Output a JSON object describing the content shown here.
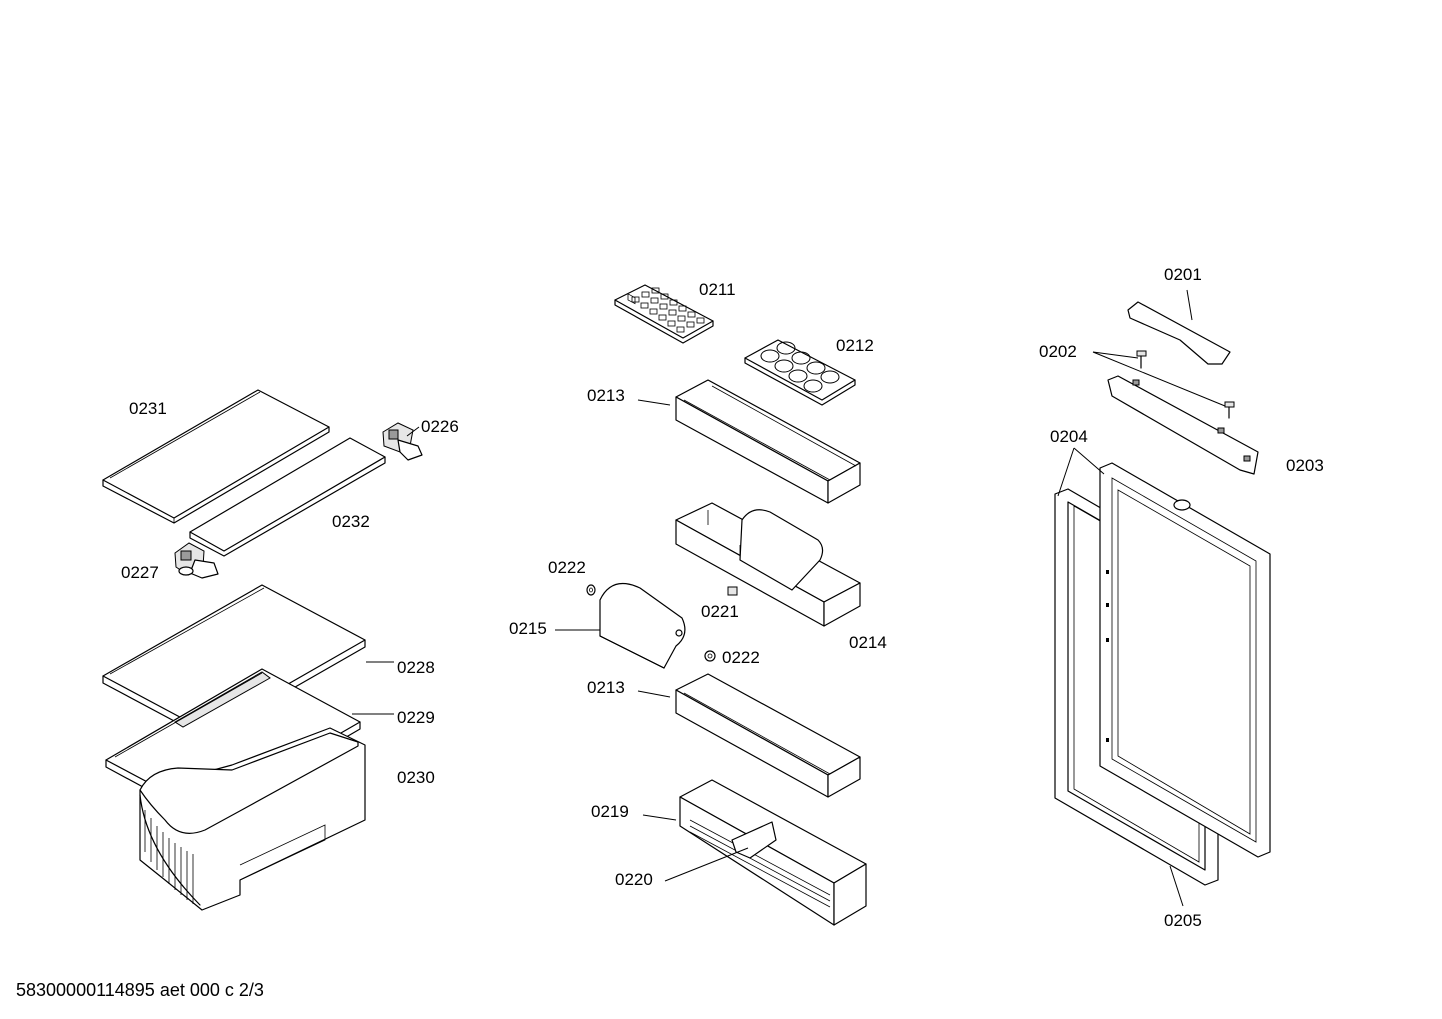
{
  "document_code": "58300000114895 aet 000 c 2/3",
  "callouts": {
    "p0201": "0201",
    "p0202": "0202",
    "p0203": "0203",
    "p0204": "0204",
    "p0205": "0205",
    "p0211": "0211",
    "p0212": "0212",
    "p0213a": "0213",
    "p0213b": "0213",
    "p0214": "0214",
    "p0215": "0215",
    "p0219": "0219",
    "p0220": "0220",
    "p0221": "0221",
    "p0222a": "0222",
    "p0222b": "0222",
    "p0226": "0226",
    "p0227": "0227",
    "p0228": "0228",
    "p0229": "0229",
    "p0230": "0230",
    "p0231": "0231",
    "p0232": "0232"
  }
}
